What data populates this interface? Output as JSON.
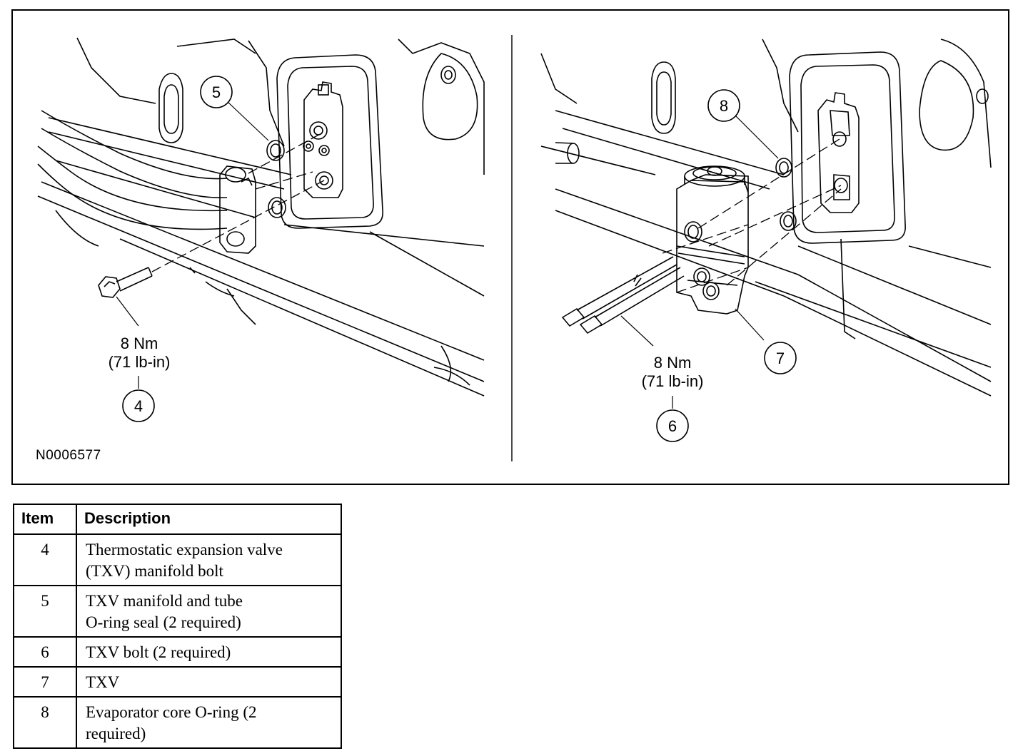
{
  "figure": {
    "id_label": "N0006577",
    "left_panel": {
      "torque_value": "8 Nm",
      "torque_imperial": "(71 lb-in)",
      "callouts": [
        "5",
        "4"
      ]
    },
    "right_panel": {
      "torque_value": "8 Nm",
      "torque_imperial": "(71 lb-in)",
      "callouts": [
        "8",
        "7",
        "6"
      ]
    }
  },
  "legend": {
    "headers": [
      "Item",
      "Description"
    ],
    "rows": [
      {
        "item": "4",
        "line1": "Thermostatic expansion valve",
        "line2": "(TXV) manifold bolt"
      },
      {
        "item": "5",
        "line1": "TXV manifold and tube",
        "line2": "O-ring seal (2 required)"
      },
      {
        "item": "6",
        "line1": "TXV bolt (2 required)",
        "line2": ""
      },
      {
        "item": "7",
        "line1": "TXV",
        "line2": ""
      },
      {
        "item": "8",
        "line1": "Evaporator core O-ring (2",
        "line2": "required)"
      }
    ]
  }
}
